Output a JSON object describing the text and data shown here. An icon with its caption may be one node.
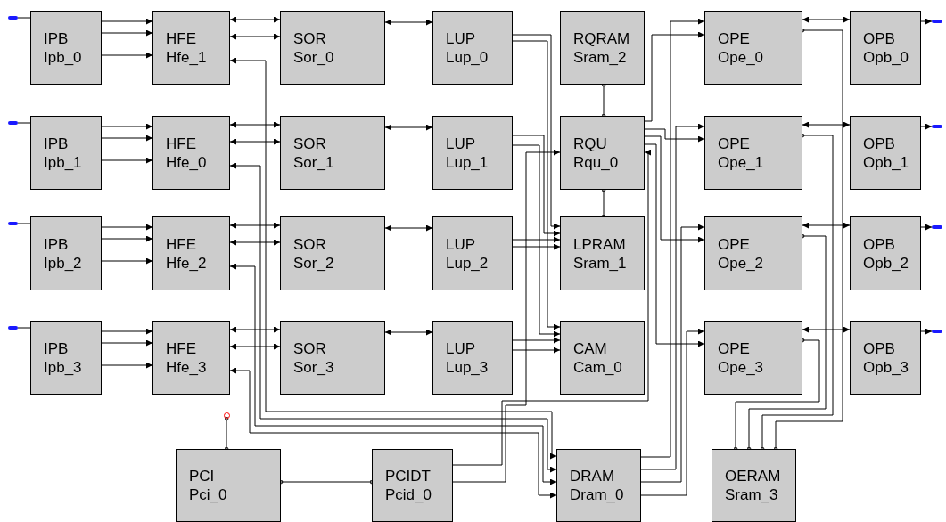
{
  "diagram": {
    "nodes": [
      {
        "text": [
          "IPB",
          "Ipb_0"
        ]
      },
      {
        "text": [
          "HFE",
          "Hfe_1"
        ]
      },
      {
        "text": [
          "SOR",
          "Sor_0"
        ]
      },
      {
        "text": [
          "LUP",
          "Lup_0"
        ]
      },
      {
        "text": [
          "RQRAM",
          "Sram_2"
        ]
      },
      {
        "text": [
          "OPE",
          "Ope_0"
        ]
      },
      {
        "text": [
          "OPB",
          "Opb_0"
        ]
      },
      {
        "text": [
          "IPB",
          "Ipb_1"
        ]
      },
      {
        "text": [
          "HFE",
          "Hfe_0"
        ]
      },
      {
        "text": [
          "SOR",
          "Sor_1"
        ]
      },
      {
        "text": [
          "LUP",
          "Lup_1"
        ]
      },
      {
        "text": [
          "RQU",
          "Rqu_0"
        ]
      },
      {
        "text": [
          "OPE",
          "Ope_1"
        ]
      },
      {
        "text": [
          "OPB",
          "Opb_1"
        ]
      },
      {
        "text": [
          "IPB",
          "Ipb_2"
        ]
      },
      {
        "text": [
          "HFE",
          "Hfe_2"
        ]
      },
      {
        "text": [
          "SOR",
          "Sor_2"
        ]
      },
      {
        "text": [
          "LUP",
          "Lup_2"
        ]
      },
      {
        "text": [
          "LPRAM",
          "Sram_1"
        ]
      },
      {
        "text": [
          "OPE",
          "Ope_2"
        ]
      },
      {
        "text": [
          "OPB",
          "Opb_2"
        ]
      },
      {
        "text": [
          "IPB",
          "Ipb_3"
        ]
      },
      {
        "text": [
          "HFE",
          "Hfe_3"
        ]
      },
      {
        "text": [
          "SOR",
          "Sor_3"
        ]
      },
      {
        "text": [
          "LUP",
          "Lup_3"
        ]
      },
      {
        "text": [
          "CAM",
          "Cam_0"
        ]
      },
      {
        "text": [
          "OPE",
          "Ope_3"
        ]
      },
      {
        "text": [
          "OPB",
          "Opb_3"
        ]
      },
      {
        "text": [
          "PCI",
          "Pci_0"
        ]
      },
      {
        "text": [
          "PCIDT",
          "Pcid_0"
        ]
      },
      {
        "text": [
          "DRAM",
          "Dram_0"
        ]
      },
      {
        "text": [
          "OERAM",
          "Sram_3"
        ]
      },
      {
        "text": [],
        "shape": "box"
      },
      {
        "text": [],
        "shape": "box"
      },
      {
        "text": [],
        "shape": "box"
      },
      {
        "text": [],
        "shape": "box"
      },
      {
        "text": [],
        "shape": "box"
      },
      {
        "text": [],
        "shape": "box"
      },
      {
        "text": [],
        "shape": "box"
      },
      {
        "text": [],
        "shape": "box"
      },
      {
        "text": [],
        "shape": "circle"
      }
    ],
    "edges": [
      {
        "from": 32,
        "to": 0,
        "arrow": "none"
      },
      {
        "from": 0,
        "to": 1,
        "arrow": "to"
      },
      {
        "from": 0,
        "to": 1,
        "arrow": "to"
      },
      {
        "from": 0,
        "to": 1,
        "arrow": "to"
      },
      {
        "from": 1,
        "to": 2,
        "arrow": "both"
      },
      {
        "from": 1,
        "to": 2,
        "arrow": "both"
      },
      {
        "from": 2,
        "to": 3,
        "arrow": "both"
      },
      {
        "from": 1,
        "to": 30,
        "arrow": "both"
      },
      {
        "from": 33,
        "to": 7,
        "arrow": "none"
      },
      {
        "from": 7,
        "to": 8,
        "arrow": "to"
      },
      {
        "from": 7,
        "to": 8,
        "arrow": "to"
      },
      {
        "from": 7,
        "to": 8,
        "arrow": "to"
      },
      {
        "from": 8,
        "to": 9,
        "arrow": "both"
      },
      {
        "from": 8,
        "to": 9,
        "arrow": "both"
      },
      {
        "from": 9,
        "to": 10,
        "arrow": "both"
      },
      {
        "from": 8,
        "to": 30,
        "arrow": "both"
      },
      {
        "from": 34,
        "to": 14,
        "arrow": "none"
      },
      {
        "from": 14,
        "to": 15,
        "arrow": "to"
      },
      {
        "from": 14,
        "to": 15,
        "arrow": "to"
      },
      {
        "from": 14,
        "to": 15,
        "arrow": "to"
      },
      {
        "from": 15,
        "to": 16,
        "arrow": "both"
      },
      {
        "from": 15,
        "to": 16,
        "arrow": "both"
      },
      {
        "from": 16,
        "to": 17,
        "arrow": "both"
      },
      {
        "from": 15,
        "to": 30,
        "arrow": "both"
      },
      {
        "from": 35,
        "to": 21,
        "arrow": "none"
      },
      {
        "from": 21,
        "to": 22,
        "arrow": "to"
      },
      {
        "from": 21,
        "to": 22,
        "arrow": "to"
      },
      {
        "from": 21,
        "to": 22,
        "arrow": "to"
      },
      {
        "from": 22,
        "to": 23,
        "arrow": "both"
      },
      {
        "from": 22,
        "to": 23,
        "arrow": "both"
      },
      {
        "from": 23,
        "to": 24,
        "arrow": "both"
      },
      {
        "from": 22,
        "to": 30,
        "arrow": "both"
      },
      {
        "from": 3,
        "to": 18,
        "arrow": "to"
      },
      {
        "from": 3,
        "to": 25,
        "arrow": "to"
      },
      {
        "from": 10,
        "to": 18,
        "arrow": "to"
      },
      {
        "from": 10,
        "to": 25,
        "arrow": "to"
      },
      {
        "from": 17,
        "to": 18,
        "arrow": "to"
      },
      {
        "from": 17,
        "to": 18,
        "arrow": "to"
      },
      {
        "from": 24,
        "to": 25,
        "arrow": "to"
      },
      {
        "from": 24,
        "to": 25,
        "arrow": "to"
      },
      {
        "from": 4,
        "to": 11,
        "arrow": "other"
      },
      {
        "from": 11,
        "to": 18,
        "arrow": "other"
      },
      {
        "from": 11,
        "to": 5,
        "arrow": "to"
      },
      {
        "from": 11,
        "to": 12,
        "arrow": "to"
      },
      {
        "from": 11,
        "to": 19,
        "arrow": "to"
      },
      {
        "from": 11,
        "to": 26,
        "arrow": "to"
      },
      {
        "from": 30,
        "to": 5,
        "arrow": "to"
      },
      {
        "from": 30,
        "to": 12,
        "arrow": "to"
      },
      {
        "from": 30,
        "to": 19,
        "arrow": "to"
      },
      {
        "from": 30,
        "to": 26,
        "arrow": "to"
      },
      {
        "from": 5,
        "to": 6,
        "arrow": "both"
      },
      {
        "from": 12,
        "to": 13,
        "arrow": "both"
      },
      {
        "from": 19,
        "to": 20,
        "arrow": "both"
      },
      {
        "from": 26,
        "to": 27,
        "arrow": "both"
      },
      {
        "from": 6,
        "to": 36,
        "arrow": "to"
      },
      {
        "from": 13,
        "to": 37,
        "arrow": "to"
      },
      {
        "from": 20,
        "to": 38,
        "arrow": "to"
      },
      {
        "from": 27,
        "to": 39,
        "arrow": "to"
      },
      {
        "from": 5,
        "to": 31,
        "arrow": "other"
      },
      {
        "from": 12,
        "to": 31,
        "arrow": "other"
      },
      {
        "from": 19,
        "to": 31,
        "arrow": "other"
      },
      {
        "from": 26,
        "to": 31,
        "arrow": "other"
      },
      {
        "from": 40,
        "to": 28,
        "arrow": "other"
      },
      {
        "from": 28,
        "to": 29,
        "arrow": "other"
      },
      {
        "from": 29,
        "to": 11,
        "arrow": "to"
      },
      {
        "from": 29,
        "to": 11,
        "arrow": "to"
      }
    ]
  }
}
